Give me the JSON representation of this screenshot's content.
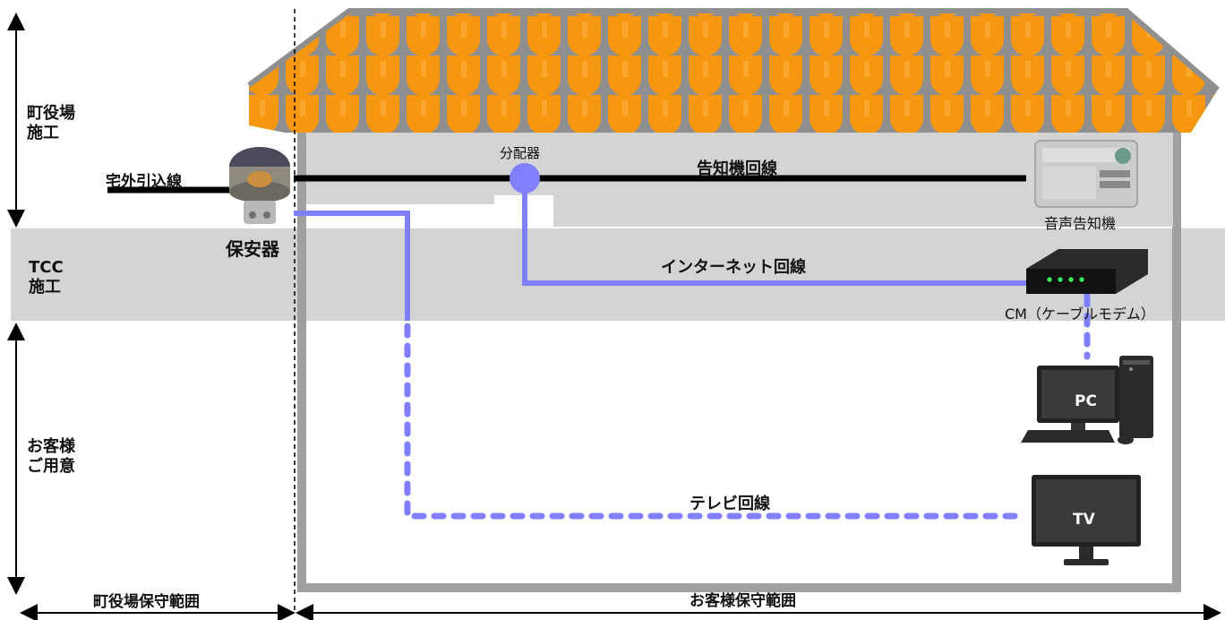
{
  "zones": {
    "town": [
      "町役場",
      "施工"
    ],
    "tcc": [
      "TCC",
      "施工"
    ],
    "customer": [
      "お客様",
      "ご用意"
    ]
  },
  "lines": {
    "drop_wire": "宅外引込線",
    "announce": "告知機回線",
    "internet": "インターネット回線",
    "tv": "テレビ回線"
  },
  "devices": {
    "protector": "保安器",
    "splitter": "分配器",
    "announcer": "音声告知機",
    "modem": "CM（ケーブルモデム）",
    "pc": "PC",
    "tv": "TV"
  },
  "ranges": {
    "town": "町役場保守範囲",
    "customer": "お客様保守範囲"
  },
  "colors": {
    "roof": "#f7960f",
    "roof_edge": "#8f8f8f",
    "wall": "#a0a0a0",
    "band": "#d4d4d4",
    "signal_line": "#8080ff",
    "black_line": "#000000"
  }
}
